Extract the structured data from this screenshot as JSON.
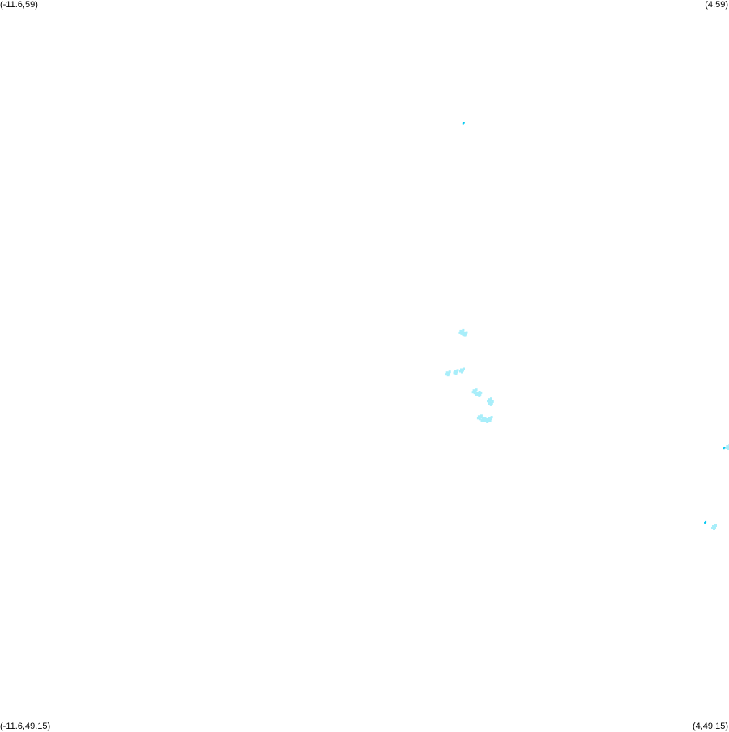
{
  "map": {
    "corners": {
      "top_left": "(-11.6,59)",
      "top_right": "(4,59)",
      "bottom_left": "(-11.6,49.15)",
      "bottom_right": "(4,49.15)"
    },
    "bounds": {
      "lon_min": -11.6,
      "lon_max": 4,
      "lat_min": 49.15,
      "lat_max": 59
    },
    "colors": {
      "background": "#ffffff",
      "strong": "#00c8f0",
      "light": "#a8eefa"
    },
    "features": [
      {
        "lon": -1.68,
        "lat": 57.33,
        "tone": "strong"
      },
      {
        "lon": -1.73,
        "lat": 54.54,
        "tone": "light"
      },
      {
        "lon": -1.66,
        "lat": 54.51,
        "tone": "light"
      },
      {
        "lon": -2.02,
        "lat": 53.98,
        "tone": "light"
      },
      {
        "lon": -1.85,
        "lat": 54.0,
        "tone": "light"
      },
      {
        "lon": -1.72,
        "lat": 54.02,
        "tone": "light"
      },
      {
        "lon": -1.45,
        "lat": 53.74,
        "tone": "light"
      },
      {
        "lon": -1.38,
        "lat": 53.71,
        "tone": "light"
      },
      {
        "lon": -1.35,
        "lat": 53.7,
        "tone": "light"
      },
      {
        "lon": -1.13,
        "lat": 53.62,
        "tone": "light"
      },
      {
        "lon": -1.1,
        "lat": 53.58,
        "tone": "light"
      },
      {
        "lon": -1.34,
        "lat": 53.39,
        "tone": "light"
      },
      {
        "lon": -1.26,
        "lat": 53.36,
        "tone": "light"
      },
      {
        "lon": -1.18,
        "lat": 53.35,
        "tone": "light"
      },
      {
        "lon": -1.12,
        "lat": 53.37,
        "tone": "light"
      },
      {
        "lon": 3.9,
        "lat": 52.96,
        "tone": "strong"
      },
      {
        "lon": 3.97,
        "lat": 52.99,
        "tone": "light"
      },
      {
        "lon": 3.49,
        "lat": 51.96,
        "tone": "strong"
      },
      {
        "lon": 3.67,
        "lat": 51.91,
        "tone": "light"
      }
    ]
  }
}
